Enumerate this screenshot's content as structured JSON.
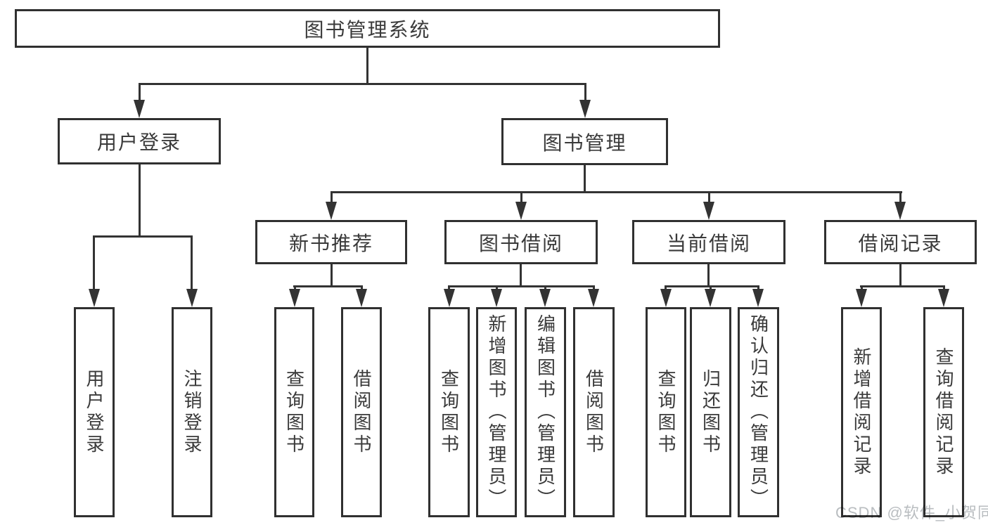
{
  "diagram": {
    "title": "图书管理系统",
    "branches": [
      {
        "label": "用户登录",
        "children": [
          {
            "label": "用户登录"
          },
          {
            "label": "注销登录"
          }
        ]
      },
      {
        "label": "图书管理",
        "children": [
          {
            "label": "新书推荐",
            "children": [
              {
                "label": "查询图书"
              },
              {
                "label": "借阅图书"
              }
            ]
          },
          {
            "label": "图书借阅",
            "children": [
              {
                "label": "查询图书"
              },
              {
                "label": "新增图书（管理员）"
              },
              {
                "label": "编辑图书（管理员）"
              },
              {
                "label": "借阅图书"
              }
            ]
          },
          {
            "label": "当前借阅",
            "children": [
              {
                "label": "查询图书"
              },
              {
                "label": "归还图书"
              },
              {
                "label": "确认归还（管理员）"
              }
            ]
          },
          {
            "label": "借阅记录",
            "children": [
              {
                "label": "新增借阅记录"
              },
              {
                "label": "查询借阅记录"
              }
            ]
          }
        ]
      }
    ]
  },
  "watermark": {
    "text": "CSDN @软件_小贺同学"
  },
  "colors": {
    "line": "#333333",
    "text": "#3a3a3a",
    "watermark": "#b9bdc0",
    "background": "#ffffff"
  }
}
